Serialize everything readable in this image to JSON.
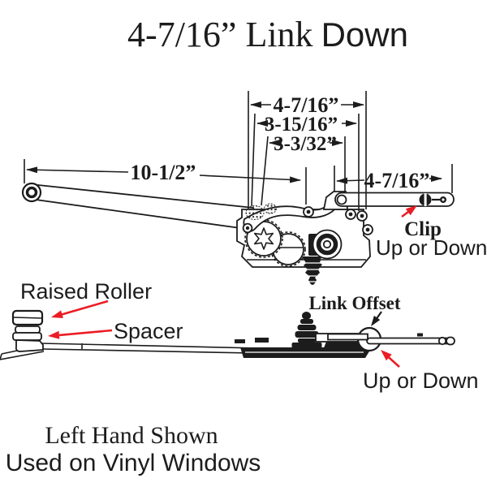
{
  "title": {
    "part1": "4-7/16” Link",
    "part2": "Down"
  },
  "dimensions": {
    "overall_width": "4-7/16”",
    "mid_width": "3-15/16”",
    "inner_width": "3-3/32”",
    "arm_length": "10-1/2”",
    "link_length": "4-7/16”"
  },
  "labels": {
    "clip": "Clip",
    "clip_direction": "Up or Down",
    "raised_roller": "Raised Roller",
    "spacer": "Spacer",
    "link_offset": "Link Offset",
    "offset_direction": "Up or Down",
    "footer_line1": "Left Hand Shown",
    "footer_line2": "Used on Vinyl Windows"
  },
  "colors": {
    "line": "#1c1c1c",
    "arrow_red": "#ec1c24",
    "background": "#ffffff"
  }
}
